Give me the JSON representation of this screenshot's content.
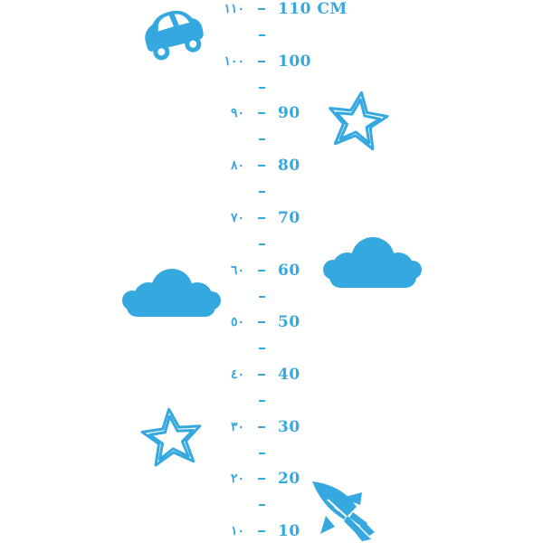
{
  "unit": "CM",
  "accent_color": "#35a8e0",
  "marks": [
    {
      "value": "110",
      "arabic": "١١٠",
      "unit": "CM"
    },
    {
      "value": "100",
      "arabic": "١٠٠",
      "unit": ""
    },
    {
      "value": "90",
      "arabic": "٩٠",
      "unit": ""
    },
    {
      "value": "80",
      "arabic": "٨٠",
      "unit": ""
    },
    {
      "value": "70",
      "arabic": "٧٠",
      "unit": ""
    },
    {
      "value": "60",
      "arabic": "٦٠",
      "unit": ""
    },
    {
      "value": "50",
      "arabic": "٥٠",
      "unit": ""
    },
    {
      "value": "40",
      "arabic": "٤٠",
      "unit": ""
    },
    {
      "value": "30",
      "arabic": "٣٠",
      "unit": ""
    },
    {
      "value": "20",
      "arabic": "٢٠",
      "unit": ""
    },
    {
      "value": "10",
      "arabic": "١٠",
      "unit": ""
    }
  ],
  "decorations": [
    "car-icon",
    "star-icon",
    "cloud-icon",
    "cloud-icon",
    "star-icon",
    "rocket-icon"
  ]
}
